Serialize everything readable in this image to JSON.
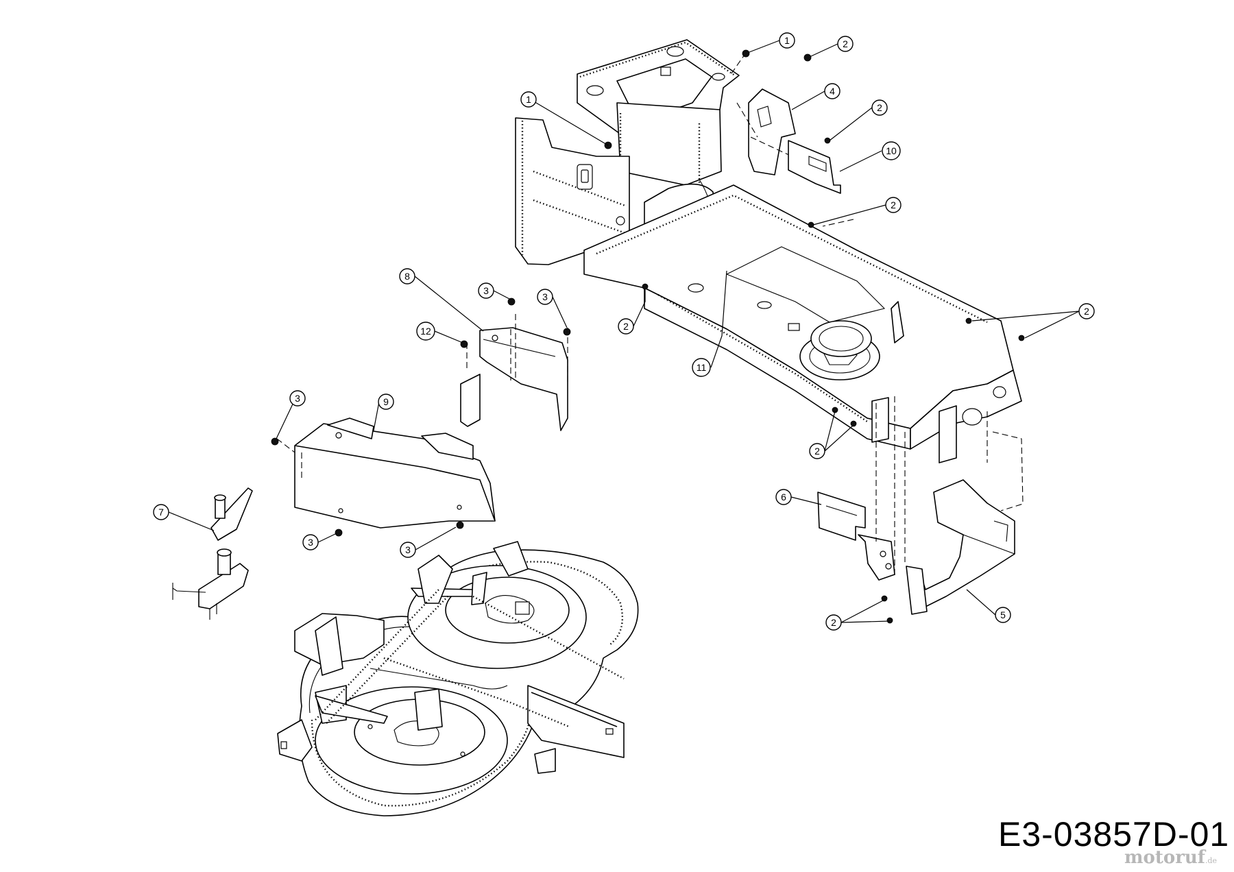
{
  "drawing_code": "E3-03857D-01",
  "watermark": {
    "brand": "motoruf",
    "suffix": ".de"
  },
  "callouts": [
    {
      "id": "callout-1-top",
      "label": "1"
    },
    {
      "id": "callout-2-top",
      "label": "2"
    },
    {
      "id": "callout-1-left",
      "label": "1"
    },
    {
      "id": "callout-4",
      "label": "4"
    },
    {
      "id": "callout-2-bracket",
      "label": "2"
    },
    {
      "id": "callout-10",
      "label": "10"
    },
    {
      "id": "callout-2-frame",
      "label": "2"
    },
    {
      "id": "callout-2-rear-right",
      "label": "2"
    },
    {
      "id": "callout-2-frame-bottom",
      "label": "2"
    },
    {
      "id": "callout-11",
      "label": "11"
    },
    {
      "id": "callout-8",
      "label": "8"
    },
    {
      "id": "callout-3-upper-a",
      "label": "3"
    },
    {
      "id": "callout-3-upper-b",
      "label": "3"
    },
    {
      "id": "callout-12",
      "label": "12"
    },
    {
      "id": "callout-3-shroud",
      "label": "3"
    },
    {
      "id": "callout-9",
      "label": "9"
    },
    {
      "id": "callout-7",
      "label": "7"
    },
    {
      "id": "callout-3-lower-a",
      "label": "3"
    },
    {
      "id": "callout-3-lower-b",
      "label": "3"
    },
    {
      "id": "callout-6",
      "label": "6"
    },
    {
      "id": "callout-2-mid-right",
      "label": "2"
    },
    {
      "id": "callout-2-lower-right",
      "label": "2"
    },
    {
      "id": "callout-5",
      "label": "5"
    }
  ]
}
